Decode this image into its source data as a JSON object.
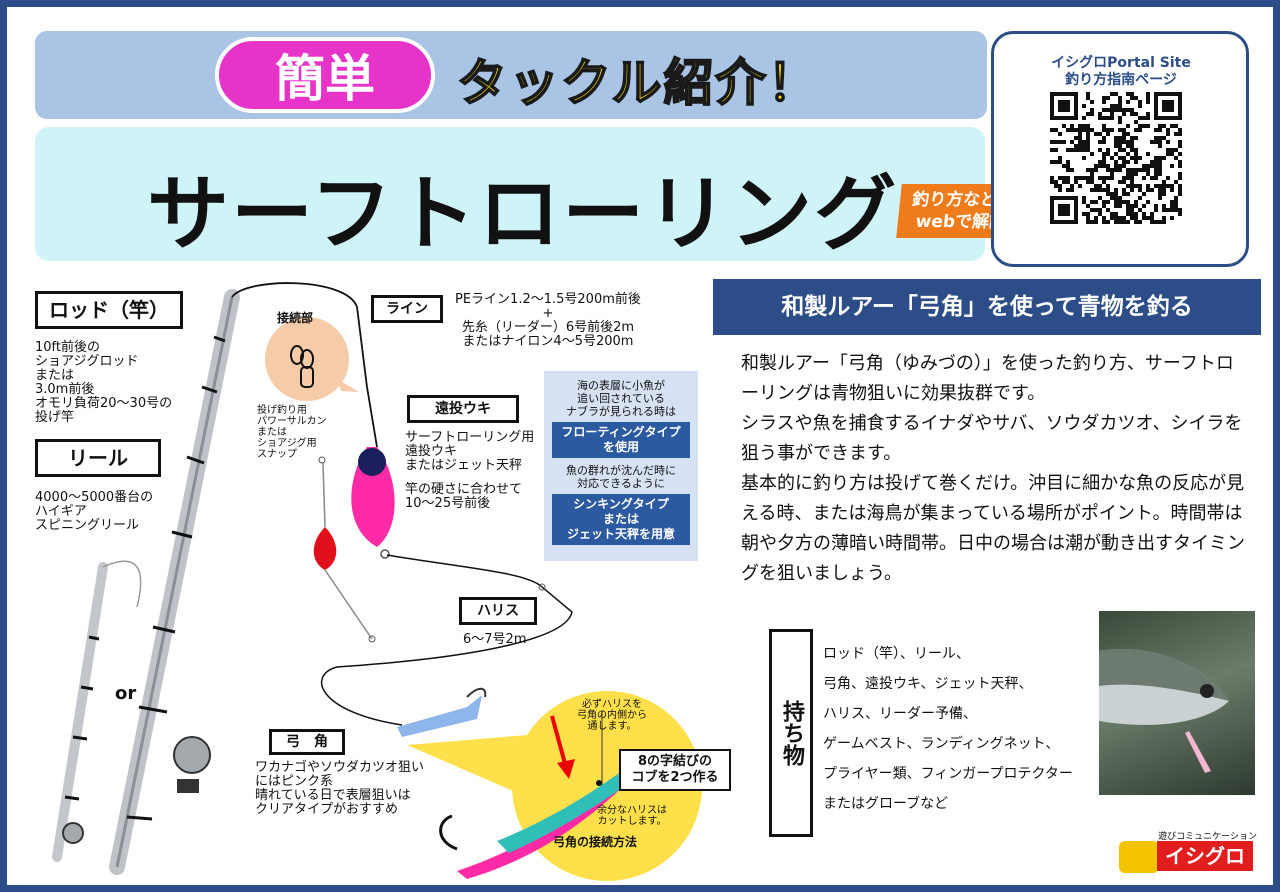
{
  "header": {
    "kantan": "簡単",
    "tackle_intro": "タックル紹介！",
    "main_title": "サーフトローリング",
    "web_badge_line1": "釣り方などは",
    "web_badge_line2": "webで解説"
  },
  "qr_panel": {
    "title_line1": "イシグロPortal Site",
    "title_line2": "釣り方指南ページ"
  },
  "rod": {
    "label": "ロッド（竿）",
    "lines": [
      "10ft前後の",
      "ショアジグロッド",
      "または",
      "3.0m前後",
      "オモリ負荷20～30号の",
      "投げ竿"
    ]
  },
  "reel": {
    "label": "リール",
    "lines": [
      "4000～5000番台の",
      "ハイギア",
      "スピニングリール"
    ]
  },
  "or_text": "or",
  "connection": {
    "label": "接続部",
    "lines": [
      "投げ釣り用",
      "パワーサルカン",
      "または",
      "ショアジグ用",
      "スナップ"
    ]
  },
  "line": {
    "label": "ライン",
    "lines": [
      "PEライン1.2～1.5号200m前後",
      "+",
      "先糸（リーダー）6号前後2m",
      "またはナイロン4～5号200m"
    ]
  },
  "float": {
    "label": "遠投ウキ",
    "lines1": [
      "サーフトローリング用",
      "遠投ウキ",
      "またはジェット天秤"
    ],
    "lines2": [
      "竿の硬さに合わせて",
      "10～25号前後"
    ]
  },
  "float_info": {
    "text1": [
      "海の表層に小魚が",
      "追い回されている",
      "ナブラが見られる時は"
    ],
    "blue1": [
      "フローティングタイプ",
      "を使用"
    ],
    "text2": [
      "魚の群れが沈んだ時に",
      "対応できるように"
    ],
    "blue2": [
      "シンキングタイプ",
      "または",
      "ジェット天秤を用意"
    ]
  },
  "harisu": {
    "label": "ハリス",
    "spec": "6～7号2m"
  },
  "yumitsuno": {
    "label": "弓　角",
    "lines": [
      "ワカナゴやソウダカツオ狙い",
      "にはピンク系",
      "晴れている日で表層狙いは",
      "クリアタイプがおすすめ"
    ]
  },
  "knot": {
    "note_top": [
      "必ずハリスを",
      "弓角の内側から",
      "通します。"
    ],
    "callout": [
      "8の字結びの",
      "コブを2つ作る"
    ],
    "note_bottom": [
      "余分なハリスは",
      "カットします。"
    ],
    "caption": "弓角の接続方法"
  },
  "section": {
    "heading": "和製ルアー「弓角」を使って青物を釣る",
    "paragraphs": [
      "和製ルアー「弓角（ゆみづの）」を使った釣り方、サーフトローリングは青物狙いに効果抜群です。",
      "シラスや魚を捕食するイナダやサバ、ソウダカツオ、シイラを狙う事ができます。",
      "基本的に釣り方は投げて巻くだけ。沖目に細かな魚の反応が見える時、または海鳥が集まっている場所がポイント。時間帯は朝や夕方の薄暗い時間帯。日中の場合は潮が動き出すタイミングを狙いましょう。"
    ]
  },
  "items": {
    "label": "持ち物",
    "list": [
      "ロッド（竿）、リール、",
      "弓角、遠投ウキ、ジェット天秤、",
      "ハリス、リーダー予備、",
      "ゲームベスト、ランディングネット、",
      "プライヤー類、フィンガープロテクター",
      "またはグローブなど"
    ]
  },
  "logo": {
    "tagline": "遊びコミュニケーション",
    "name": "イシグロ"
  },
  "colors": {
    "navy": "#2c4d88",
    "pink": "#e633c8",
    "yellow": "#ffe600",
    "orange": "#f07b1a",
    "light_cyan": "#cff4f8"
  }
}
